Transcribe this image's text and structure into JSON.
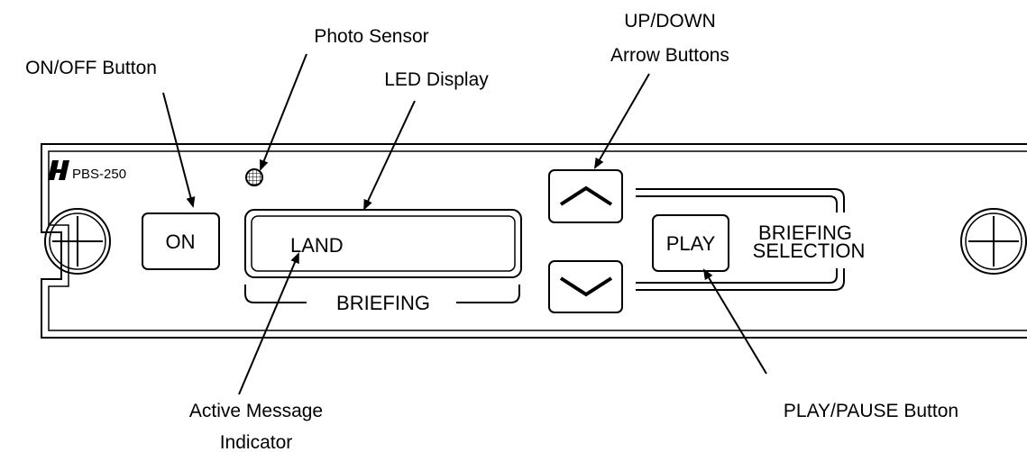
{
  "panel": {
    "model": "PBS-250",
    "on_button": "ON",
    "display_text": "LAND",
    "display_caption": "BRIEFING",
    "play_button": "PLAY",
    "selection_line1": "BRIEFING",
    "selection_line2": "SELECTION"
  },
  "callouts": {
    "on_off_button": "ON/OFF Button",
    "photo_sensor": "Photo Sensor",
    "led_display": "LED Display",
    "updown_line1": "UP/DOWN",
    "updown_line2": "Arrow Buttons",
    "active_line1": "Active Message",
    "active_line2": "Indicator",
    "play_pause": "PLAY/PAUSE Button"
  },
  "icons": {
    "logo": "h-logo",
    "up": "chevron-up-icon",
    "down": "chevron-down-icon",
    "knob": "screw-head-icon"
  },
  "colors": {
    "line": "#000000",
    "background": "#ffffff"
  }
}
